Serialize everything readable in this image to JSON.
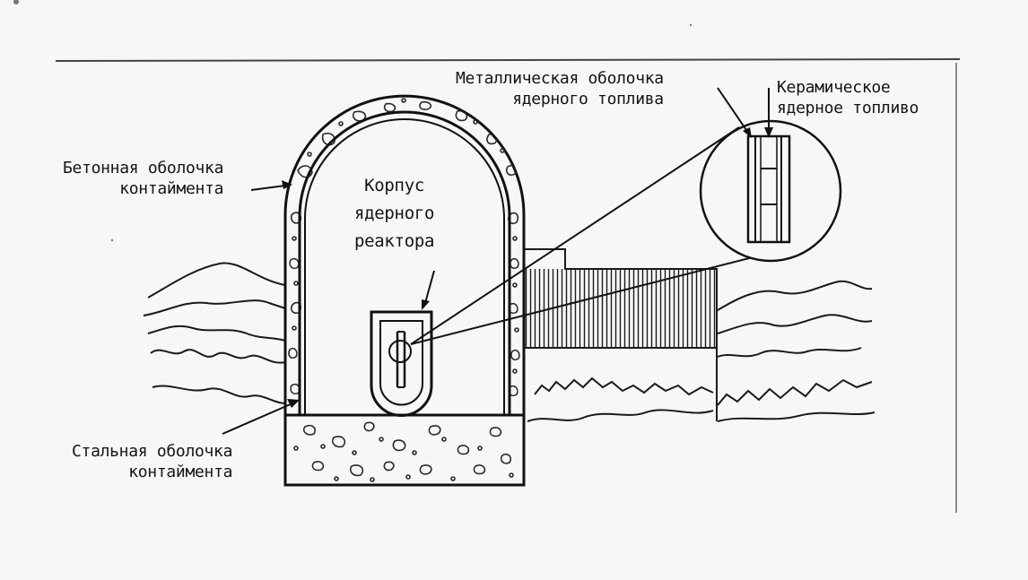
{
  "labels": {
    "concrete_shell": [
      "Бетонная оболочка",
      "контаймента"
    ],
    "reactor_vessel": [
      "Корпус",
      "ядерного",
      "реактора"
    ],
    "metal_cladding": [
      "Металлическая оболочка",
      "ядерного топлива"
    ],
    "ceramic_fuel": [
      "Керамическое",
      "ядерное топливо"
    ],
    "steel_shell": [
      "Стальная оболочка",
      "контаймента"
    ]
  },
  "colors": {
    "ink": "#141414",
    "paper": "#f7f7f7"
  }
}
